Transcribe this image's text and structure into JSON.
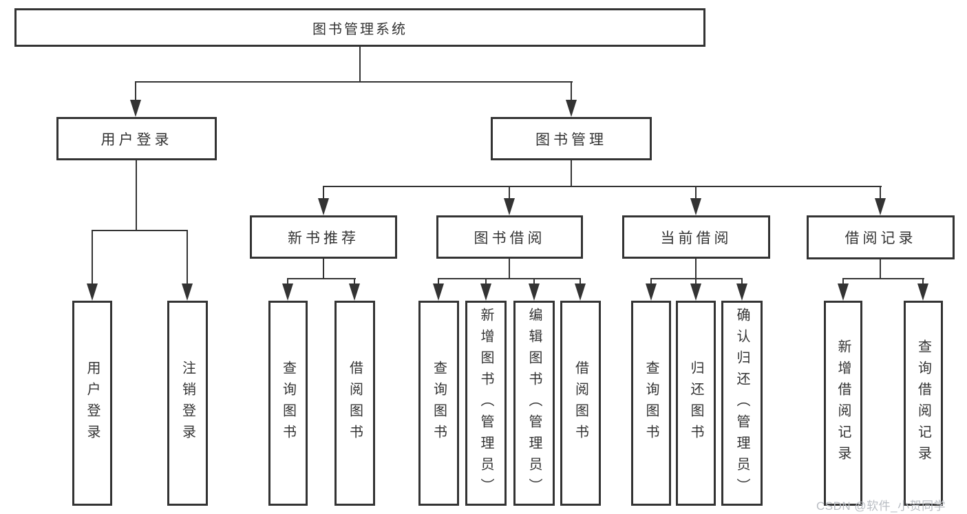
{
  "diagram": {
    "type": "hierarchy-tree",
    "nodes": {
      "root": {
        "label": "图书管理系统"
      },
      "user_login": {
        "label": "用户登录"
      },
      "book_mgmt": {
        "label": "图书管理"
      },
      "new_book_rec": {
        "label": "新书推荐"
      },
      "book_borrow": {
        "label": "图书借阅"
      },
      "current_borrow": {
        "label": "当前借阅"
      },
      "borrow_record": {
        "label": "借阅记录"
      },
      "leaf_user_login": {
        "label": "用户登录"
      },
      "leaf_logout": {
        "label": "注销登录"
      },
      "g2_query_books": {
        "label": "查询图书"
      },
      "g2_borrow_books": {
        "label": "借阅图书"
      },
      "g3_query_books": {
        "label": "查询图书"
      },
      "g3_add_books": {
        "label": "新增图书（管理员）"
      },
      "g3_edit_books": {
        "label": "编辑图书（管理员）"
      },
      "g3_borrow_books": {
        "label": "借阅图书"
      },
      "g4_query_books": {
        "label": "查询图书"
      },
      "g4_return_books": {
        "label": "归还图书"
      },
      "g4_confirm_return": {
        "label": "确认归还（管理员）"
      },
      "g5_add_record": {
        "label": "新增借阅记录"
      },
      "g5_query_record": {
        "label": "查询借阅记录"
      }
    },
    "hierarchy": {
      "图书管理系统": [
        "用户登录",
        "图书管理"
      ],
      "用户登录": [
        "用户登录",
        "注销登录"
      ],
      "图书管理": [
        "新书推荐",
        "图书借阅",
        "当前借阅",
        "借阅记录"
      ],
      "新书推荐": [
        "查询图书",
        "借阅图书"
      ],
      "图书借阅": [
        "查询图书",
        "新增图书（管理员）",
        "编辑图书（管理员）",
        "借阅图书"
      ],
      "当前借阅": [
        "查询图书",
        "归还图书",
        "确认归还（管理员）"
      ],
      "借阅记录": [
        "新增借阅记录",
        "查询借阅记录"
      ]
    },
    "colors": {
      "line": "#333333",
      "text": "#333333",
      "background": "#ffffff",
      "watermark_text": "#b9bdc3"
    }
  },
  "watermark": {
    "text": "CSDN @软件_小贺同学"
  }
}
